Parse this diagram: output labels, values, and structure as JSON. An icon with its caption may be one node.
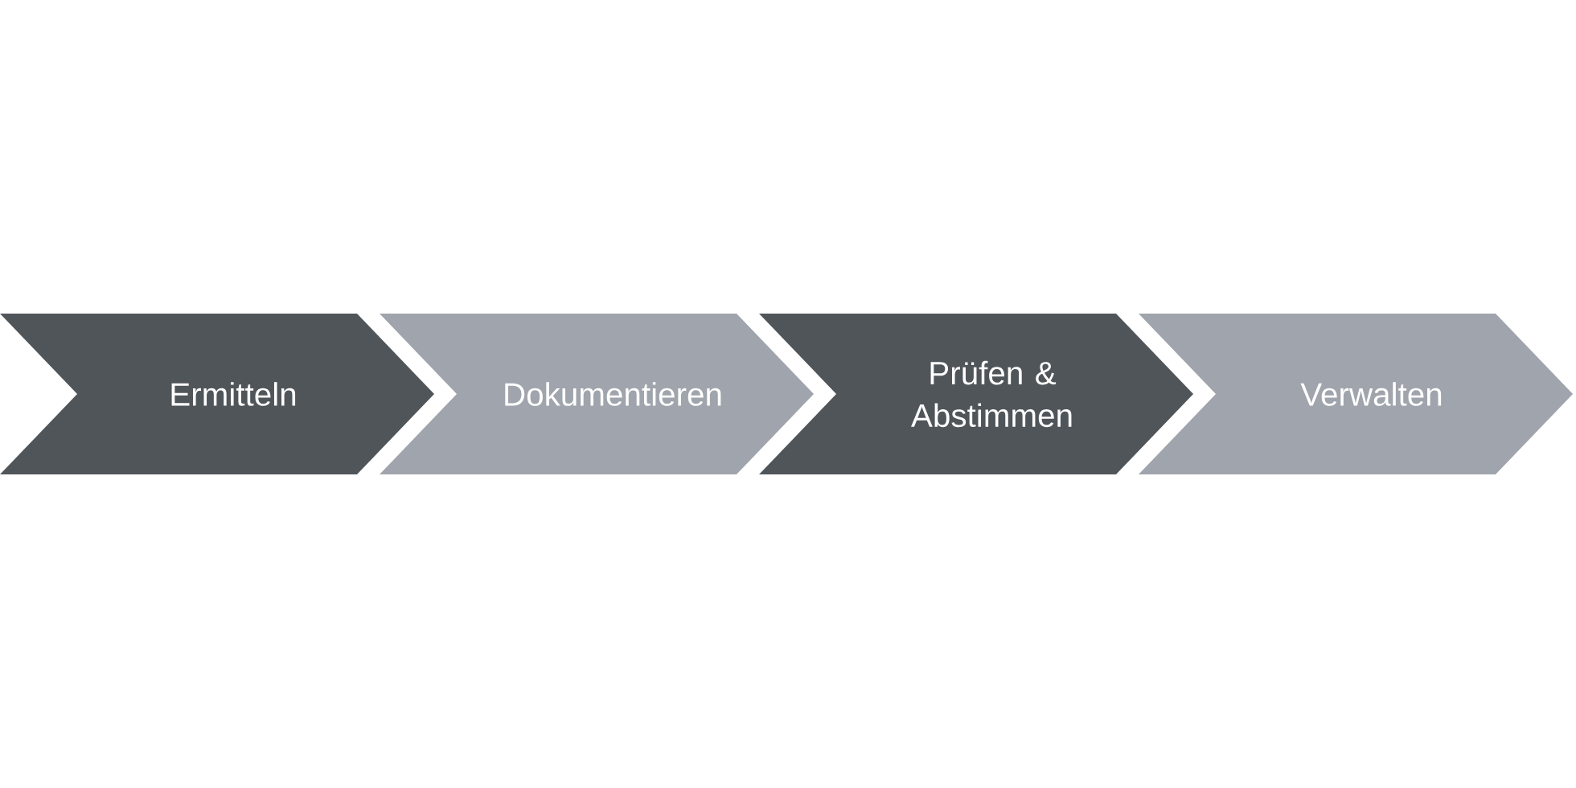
{
  "diagram": {
    "nodes": [
      {
        "text": [
          "Ermitteln"
        ]
      },
      {
        "text": [
          "Dokumentieren"
        ]
      },
      {
        "text": [
          "Prüfen & Abstimmen"
        ]
      },
      {
        "text": [
          "Verwalten"
        ]
      }
    ],
    "edges": []
  }
}
